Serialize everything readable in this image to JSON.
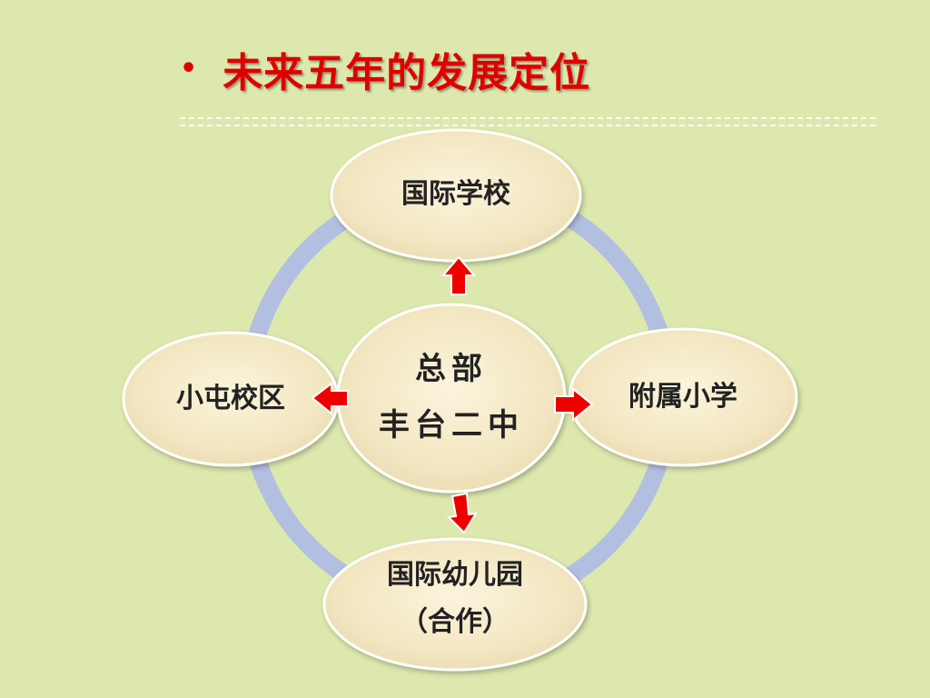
{
  "title": {
    "bullet": "•",
    "text": "未来五年的发展定位",
    "color": "#e00000"
  },
  "diagram": {
    "ring_color": "#b3bfe0",
    "node_fill": "#f6eccb",
    "arrow_color": "#ee0000",
    "center": {
      "line1": "总部",
      "line2": "丰台二中"
    },
    "top": {
      "label": "国际学校"
    },
    "right": {
      "label": "附属小学"
    },
    "left": {
      "label": "小屯校区"
    },
    "bottom": {
      "line1": "国际幼儿园",
      "line2": "（合作）"
    }
  }
}
